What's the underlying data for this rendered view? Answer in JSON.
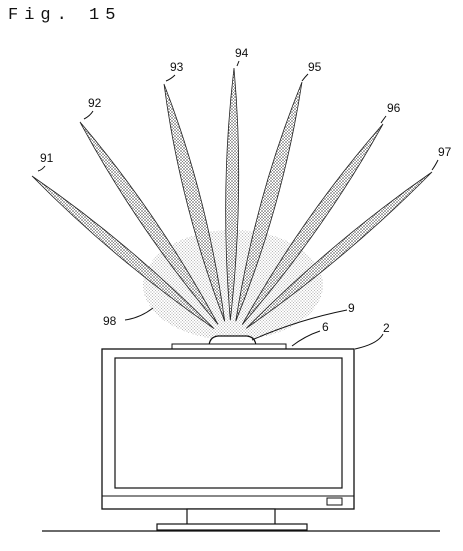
{
  "figure": {
    "title": "Fig. 15"
  },
  "lobes": [
    {
      "label": "91"
    },
    {
      "label": "92"
    },
    {
      "label": "93"
    },
    {
      "label": "94"
    },
    {
      "label": "95"
    },
    {
      "label": "96"
    },
    {
      "label": "97"
    }
  ],
  "labels": {
    "halo": "98",
    "sensor": "9",
    "bezel_part": "6",
    "display": "2"
  }
}
